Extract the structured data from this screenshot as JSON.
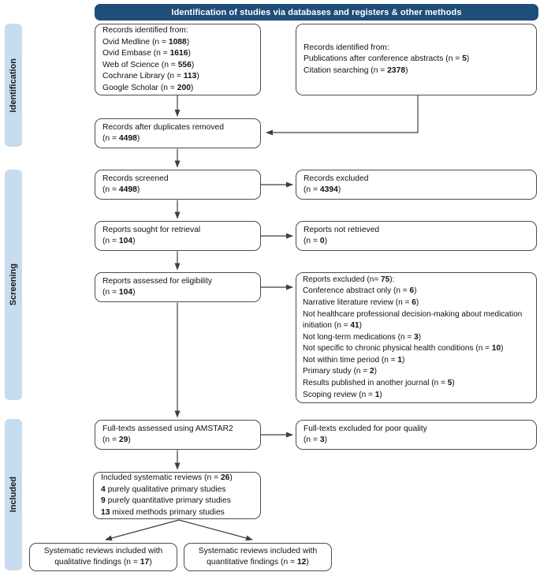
{
  "header": {
    "title": "Identification of studies via databases and registers & other methods"
  },
  "stages": {
    "identification": "Identification",
    "screening": "Screening",
    "included": "Included"
  },
  "colors": {
    "header_bg": "#1e4e79",
    "header_text": "#ffffff",
    "stage_bg": "#c7dcee",
    "box_border": "#4d4d4d",
    "arrow": "#3f3f3f"
  },
  "boxes": {
    "records_db": {
      "lines": [
        {
          "pre": "Records identified from:"
        },
        {
          "pre": "Ovid Medline (n = ",
          "b": "1088",
          "post": ")"
        },
        {
          "pre": "Ovid Embase (n = ",
          "b": "1616",
          "post": ")"
        },
        {
          "pre": "Web of Science (n = ",
          "b": "556",
          "post": ")"
        },
        {
          "pre": "Cochrane Library (n = ",
          "b": "113",
          "post": ")"
        },
        {
          "pre": "Google Scholar (n = ",
          "b": "200",
          "post": ")"
        }
      ]
    },
    "records_other": {
      "lines": [
        {
          "pre": "Records identified from:"
        },
        {
          "pre": "Publications after conference abstracts (n = ",
          "b": "5",
          "post": ")"
        },
        {
          "pre": "Citation searching (n = ",
          "b": "2378",
          "post": ")"
        }
      ]
    },
    "duplicates": {
      "lines": [
        {
          "pre": "Records after duplicates removed"
        },
        {
          "pre": "(n = ",
          "b": "4498",
          "post": ")"
        }
      ]
    },
    "screened": {
      "lines": [
        {
          "pre": "Records screened"
        },
        {
          "pre": "(n = ",
          "b": "4498",
          "post": ")"
        }
      ]
    },
    "records_excluded": {
      "lines": [
        {
          "pre": "Records excluded"
        },
        {
          "pre": "(n = ",
          "b": "4394",
          "post": ")"
        }
      ]
    },
    "sought": {
      "lines": [
        {
          "pre": "Reports sought for retrieval"
        },
        {
          "pre": "(n = ",
          "b": "104",
          "post": ")"
        }
      ]
    },
    "not_retrieved": {
      "lines": [
        {
          "pre": "Reports not retrieved"
        },
        {
          "pre": "(n = ",
          "b": "0",
          "post": ")"
        }
      ]
    },
    "assessed": {
      "lines": [
        {
          "pre": "Reports assessed for eligibility"
        },
        {
          "pre": "(n = ",
          "b": "104",
          "post": ")"
        }
      ]
    },
    "reports_excluded": {
      "lines": [
        {
          "pre": "Reports excluded (n= ",
          "b": "75",
          "post": "):"
        },
        {
          "pre": "Conference abstract only (n = ",
          "b": "6",
          "post": ")"
        },
        {
          "pre": "Narrative literature review (n = ",
          "b": "6",
          "post": ")"
        },
        {
          "pre": "Not healthcare professional decision-making about medication initiation (n = ",
          "b": "41",
          "post": ")"
        },
        {
          "pre": "Not long-term medications (n = ",
          "b": "3",
          "post": ")"
        },
        {
          "pre": "Not specific to chronic physical health conditions (n = ",
          "b": "10",
          "post": ")"
        },
        {
          "pre": "Not within time period (n = ",
          "b": "1",
          "post": ")"
        },
        {
          "pre": "Primary study (n = ",
          "b": "2",
          "post": ")"
        },
        {
          "pre": "Results published in another journal (n = ",
          "b": "5",
          "post": ")"
        },
        {
          "pre": "Scoping review (n = ",
          "b": "1",
          "post": ")"
        }
      ]
    },
    "amstar": {
      "lines": [
        {
          "pre": "Full-texts assessed using AMSTAR2"
        },
        {
          "pre": "(n = ",
          "b": "29",
          "post": ")"
        }
      ]
    },
    "poor_quality": {
      "lines": [
        {
          "pre": "Full-texts excluded for poor quality"
        },
        {
          "pre": "(n = ",
          "b": "3",
          "post": ")"
        }
      ]
    },
    "included_reviews": {
      "lines": [
        {
          "pre": "Included systematic reviews (n = ",
          "b": "26",
          "post": ")"
        },
        {
          "b": "4",
          "post": " purely qualitative primary studies"
        },
        {
          "b": "9",
          "post": " purely quantitative primary studies"
        },
        {
          "b": "13",
          "post": " mixed methods primary studies"
        }
      ]
    },
    "qualitative": {
      "lines": [
        {
          "pre": "Systematic reviews included with"
        },
        {
          "pre": "qualitative findings (n = ",
          "b": "17",
          "post": ")"
        }
      ]
    },
    "quantitative": {
      "lines": [
        {
          "pre": "Systematic reviews included with"
        },
        {
          "pre": "quantitative findings (n = ",
          "b": "12",
          "post": ")"
        }
      ]
    }
  }
}
